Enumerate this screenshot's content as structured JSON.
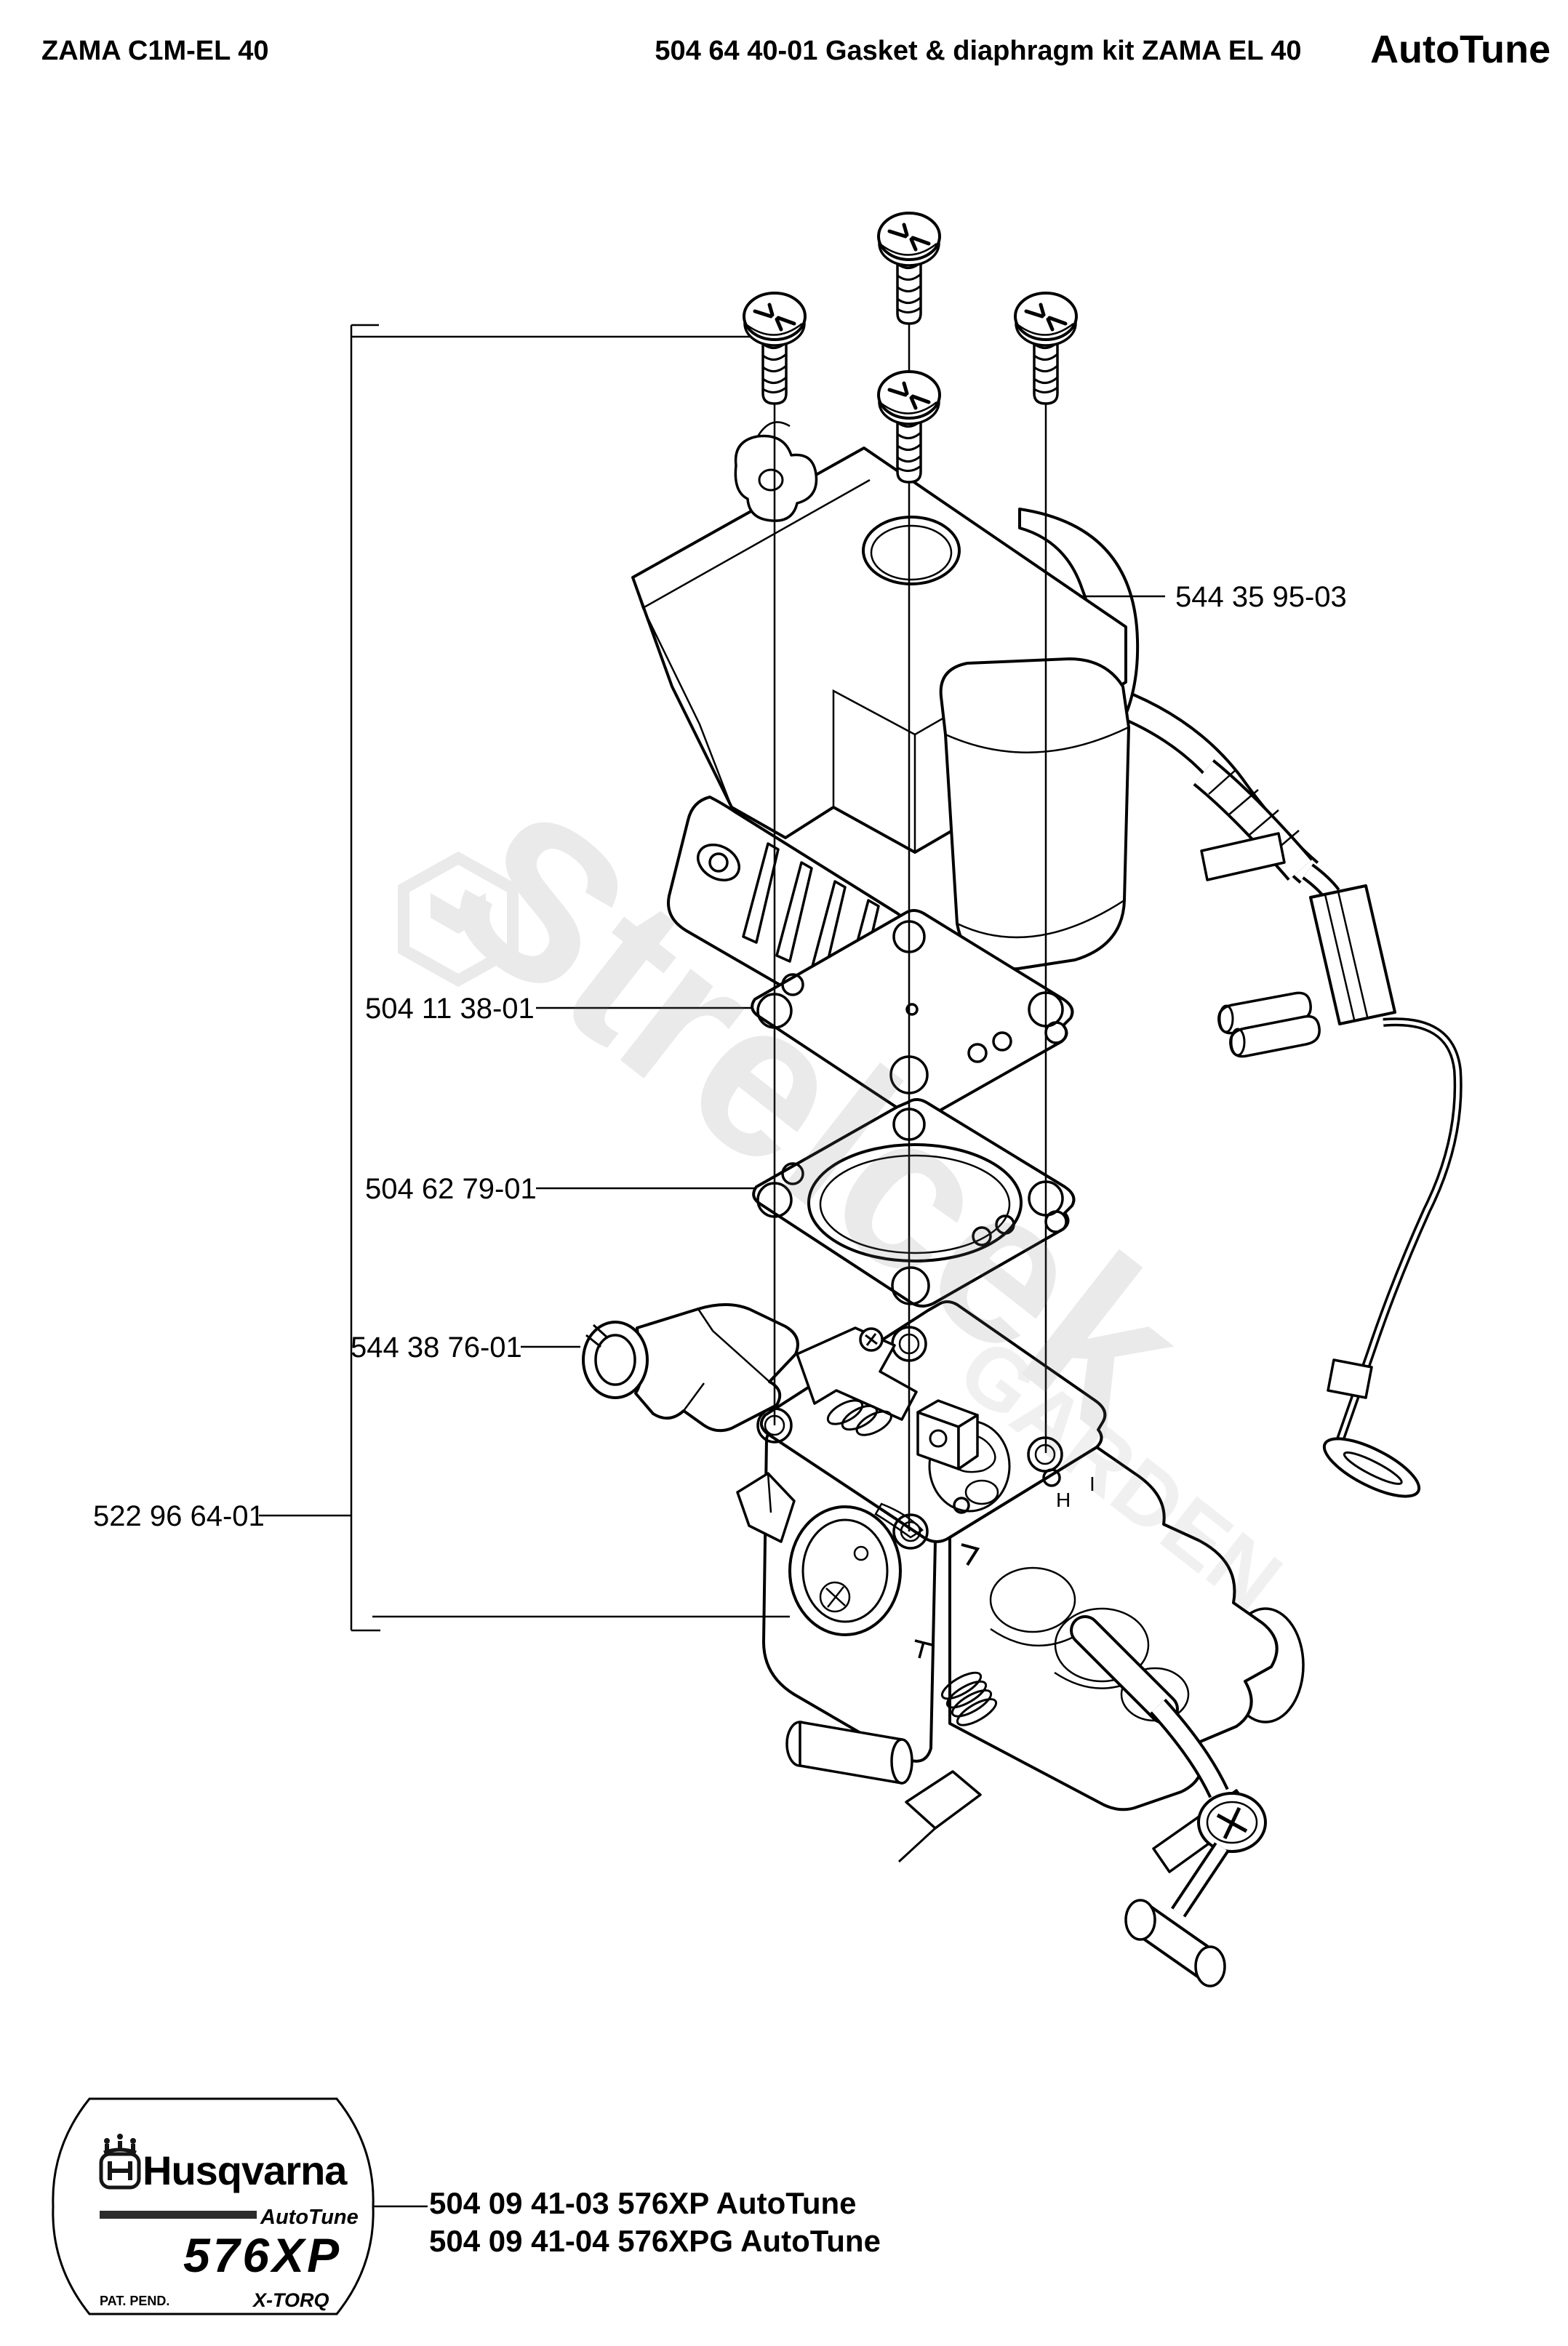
{
  "header": {
    "model": "ZAMA C1M-EL 40",
    "kit_title": "504 64 40-01 Gasket & diaphragm kit ZAMA EL 40",
    "feature": "AutoTune"
  },
  "labels": {
    "cover": "544 35 95-03",
    "diaphragm_gasket": "504 11 38-01",
    "carb_gasket": "504 62 79-01",
    "clamp": "544 38 76-01",
    "kit_assembly": "522 96 64-01"
  },
  "footer": {
    "variant_1": "504 09 41-03 576XP AutoTune",
    "variant_2": "504 09 41-04 576XPG AutoTune"
  },
  "badge": {
    "brand": "Husqvarna",
    "autotune": "AutoTune",
    "model": "576XP",
    "patent": "PAT. PEND.",
    "engine": "X-TORQ"
  },
  "carb_marks": {
    "h": "H",
    "i": "I"
  },
  "watermark": {
    "name": "Strelcek",
    "sub": "GARDEN"
  },
  "colors": {
    "ink": "#000000",
    "badge_gray": "#3d3d3d",
    "watermark_gray": "#777777"
  }
}
